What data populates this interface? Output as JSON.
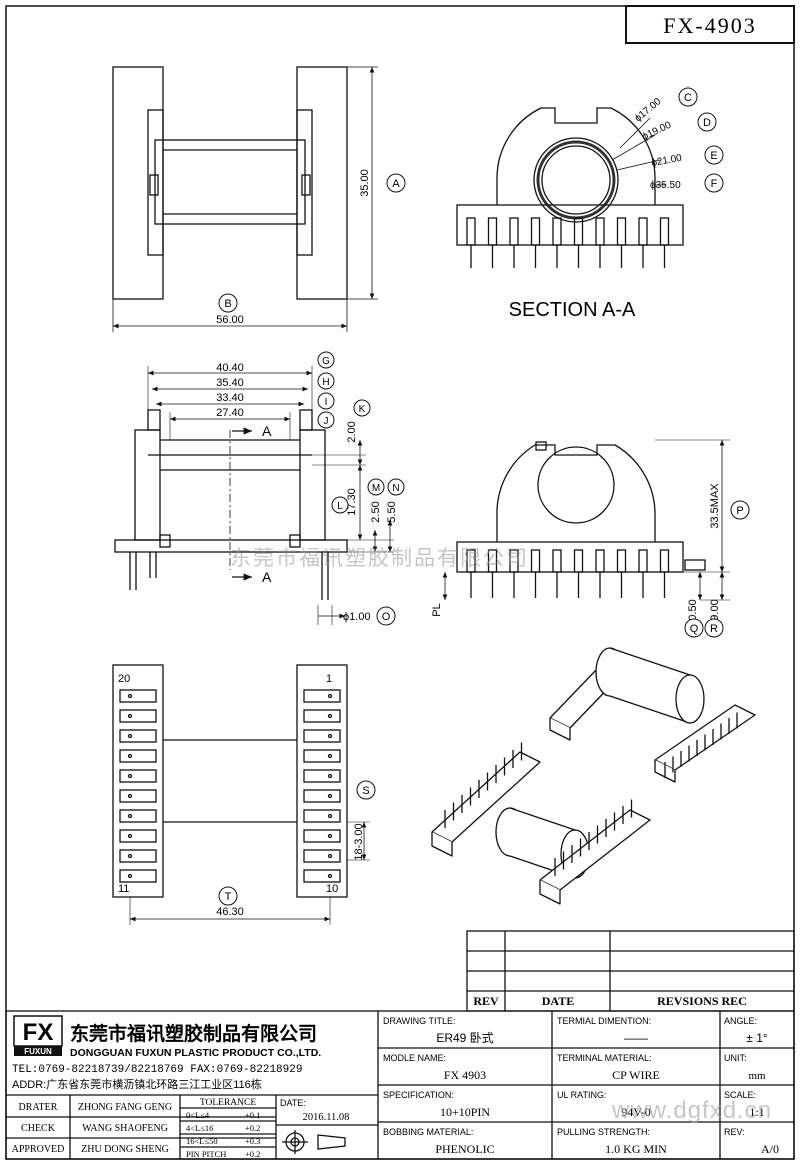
{
  "title_block": {
    "part_number": "FX-4903"
  },
  "view_labels": {
    "section": "SECTION  A-A",
    "cut_mark": "A"
  },
  "dims": {
    "height_a": "35.00",
    "width_b": "56.00",
    "d_g": "40.40",
    "d_h": "35.40",
    "d_i": "33.40",
    "d_j": "27.40",
    "d_k": "2.00",
    "d_l": "17.30",
    "d_m": "2.50",
    "d_n": "5.50",
    "d_o": "ϕ1.00",
    "d_p": "33.5MAX",
    "d_q": "0.50",
    "d_r": "9.00",
    "d_pl": "PL",
    "d_s": "18-3.00",
    "d_t": "46.30",
    "dia_c": "ϕ17.00",
    "dia_d": "ϕ19.00",
    "dia_e": "ϕ21.00",
    "dia_f": "ϕ35.50"
  },
  "callouts": {
    "a": "A",
    "b": "B",
    "c": "C",
    "d": "D",
    "e": "E",
    "f": "F",
    "g": "G",
    "h": "H",
    "i": "I",
    "j": "J",
    "k": "K",
    "l": "L",
    "m": "M",
    "n": "N",
    "o": "O",
    "p": "P",
    "q": "Q",
    "r": "R",
    "s": "S",
    "t": "T"
  },
  "pins": {
    "p20": "20",
    "p1": "1",
    "p11": "11",
    "p10": "10"
  },
  "watermark": "东莞市福讯塑胶制品有限公司",
  "revision_table": {
    "col_rev": "REV",
    "col_date": "DATE",
    "col_desc": "REVSIONS REC"
  },
  "company": {
    "logo": "FX",
    "logo_sub": "FUXUN",
    "name_cn": "东莞市福讯塑胶制品有限公司",
    "name_en": "DONGGUAN FUXUN PLASTIC PRODUCT CO.,LTD.",
    "tel": "TEL:0769-82218739/82218769 FAX:0769-82218929",
    "addr": "ADDR:广东省东莞市横沥镇北环路三江工业区116栋"
  },
  "approvals": [
    {
      "role": "DRATER",
      "name": "ZHONG FANG GENG"
    },
    {
      "role": "CHECK",
      "name": "WANG SHAOFENG"
    },
    {
      "role": "APPROVED",
      "name": "ZHU DONG SHENG"
    }
  ],
  "tolerance": {
    "header": "TOLERANCE",
    "rows": [
      {
        "range": "0<L≤4",
        "value": "+0.1"
      },
      {
        "range": "4<L≤16",
        "value": "+0.2"
      },
      {
        "range": "16<L≤50",
        "value": "+0.3"
      },
      {
        "range": "PIN PITCH",
        "value": "+0.2"
      }
    ]
  },
  "date": {
    "label": "DATE:",
    "value": "2016.11.08"
  },
  "fields": {
    "drawing_title": {
      "label": "DRAWING TITLE:",
      "value": "ER49 卧式"
    },
    "terminal_dimention": {
      "label": "TERMIAL DIMENTION:",
      "value": "——"
    },
    "angle": {
      "label": "ANGLE:",
      "value": "± 1°"
    },
    "model_name": {
      "label": "MODLE NAME:",
      "value": "FX 4903"
    },
    "terminal_material": {
      "label": "TERMINAL MATERIAL:",
      "value": "CP WIRE"
    },
    "unit": {
      "label": "UNIT:",
      "value": "mm"
    },
    "specification": {
      "label": "SPECIFICATION:",
      "value": "10+10PIN"
    },
    "ul_rating": {
      "label": "UL RATING:",
      "value": "94V-0"
    },
    "scale": {
      "label": "SCALE:",
      "value": "1:1"
    },
    "bobbing_material": {
      "label": "BOBBING MATERIAL:",
      "value": "PHENOLIC"
    },
    "pulling_strength": {
      "label": "PULLING STRENGTH:",
      "value": "1.0 KG MIN"
    },
    "rev": {
      "label": "REV:",
      "value": "A/0"
    }
  },
  "footer_watermark": "www.dgfxd.cn"
}
